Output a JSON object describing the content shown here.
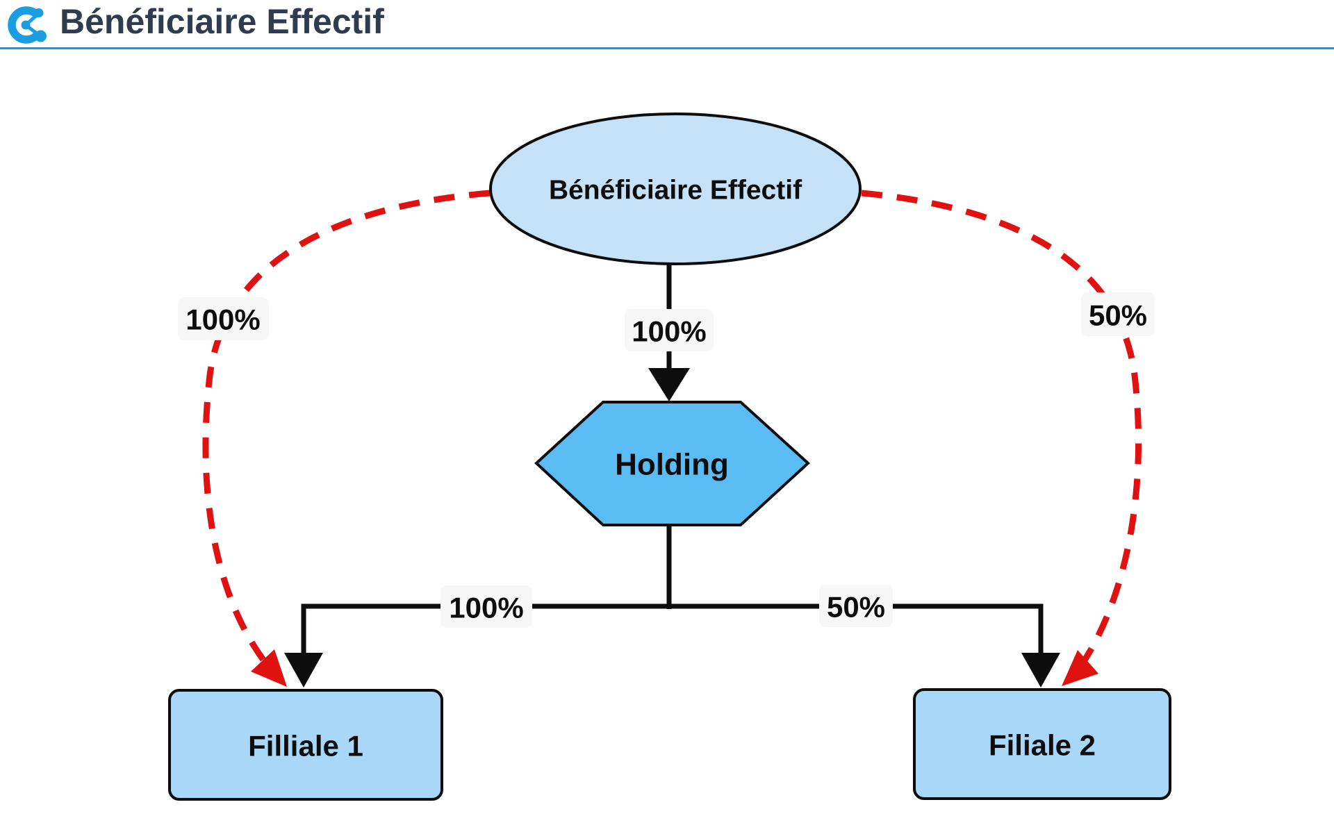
{
  "header": {
    "title": "Bénéficiaire Effectif",
    "logo_icon": "c-share-logo"
  },
  "colors": {
    "accent_blue": "#1B9DE2",
    "title_text": "#2F3B4E",
    "underline": "#4A87AD",
    "ellipse_fill": "#C4E1F8",
    "hexagon_fill": "#5BBCF4",
    "box_fill": "#A9D7F8",
    "edge_black": "#0D0D0D",
    "edge_red": "#E01111",
    "label_bg": "#F7F7F7"
  },
  "diagram": {
    "nodes": {
      "beneficiaire": {
        "label": "Bénéficiaire Effectif",
        "shape": "ellipse"
      },
      "holding": {
        "label": "Holding",
        "shape": "hexagon"
      },
      "filliale1": {
        "label": "Filliale 1",
        "shape": "rounded-rect"
      },
      "filiale2": {
        "label": "Filiale 2",
        "shape": "rounded-rect"
      }
    },
    "edges": [
      {
        "from": "beneficiaire",
        "to": "holding",
        "label": "100%",
        "style": "solid-black-arrow"
      },
      {
        "from": "holding",
        "to": "filliale1",
        "label": "100%",
        "style": "solid-black-arrow"
      },
      {
        "from": "holding",
        "to": "filiale2",
        "label": "50%",
        "style": "solid-black-arrow"
      },
      {
        "from": "beneficiaire",
        "to": "filliale1",
        "label": "100%",
        "style": "dashed-red-arrow"
      },
      {
        "from": "beneficiaire",
        "to": "filiale2",
        "label": "50%",
        "style": "dashed-red-arrow"
      }
    ]
  }
}
